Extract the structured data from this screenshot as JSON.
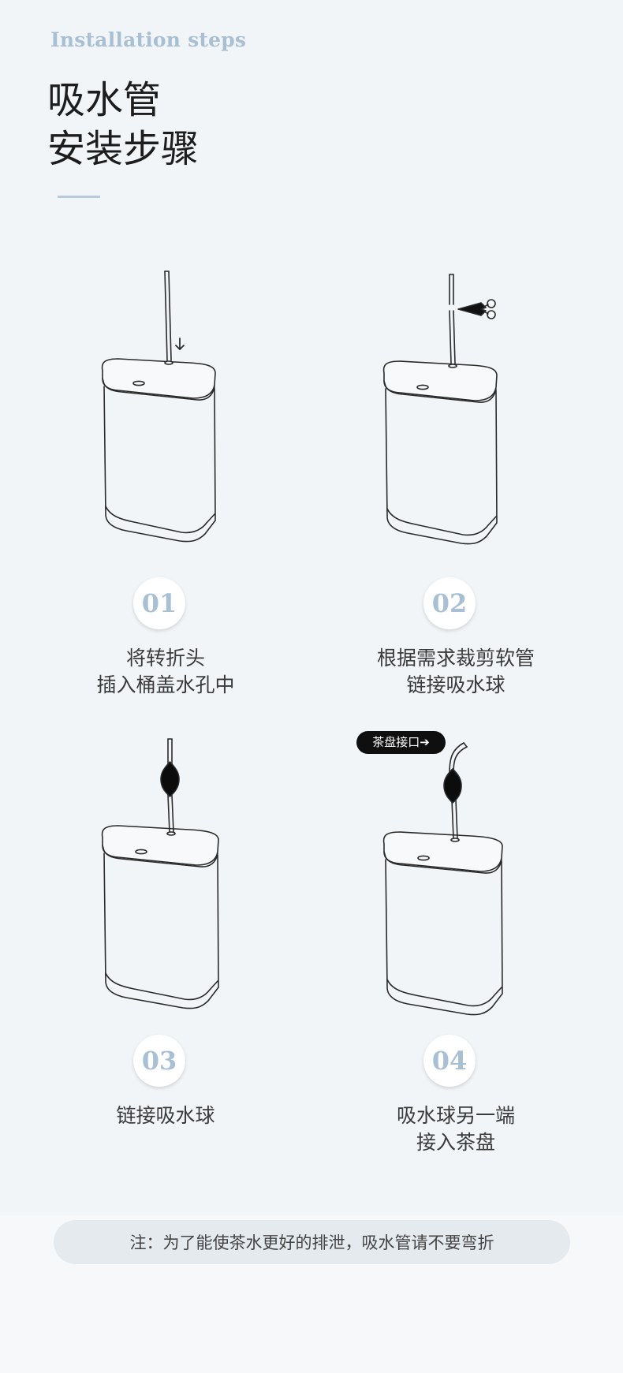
{
  "header": {
    "subtitle_en": "Installation steps",
    "title_line1": "吸水管",
    "title_line2": "安装步骤"
  },
  "steps": [
    {
      "number": "01",
      "line1": "将转折头",
      "line2": "插入桶盖水孔中",
      "icons": [
        "bucket-illustration",
        "down-arrow-icon",
        "tube"
      ]
    },
    {
      "number": "02",
      "line1": "根据需求裁剪软管",
      "line2": "链接吸水球",
      "icons": [
        "bucket-illustration",
        "scissors-icon",
        "tube"
      ]
    },
    {
      "number": "03",
      "line1": "链接吸水球",
      "line2": "",
      "icons": [
        "bucket-illustration",
        "suction-bulb",
        "tube"
      ]
    },
    {
      "number": "04",
      "line1": "吸水球另一端",
      "line2": "接入茶盘",
      "icons": [
        "bucket-illustration",
        "suction-bulb",
        "bent-tube"
      ],
      "tag": "茶盘接口➔"
    }
  ],
  "note": "注：为了能使茶水更好的排泄，吸水管请不要弯折",
  "colors": {
    "background": "#f2f5f8",
    "accent": "#a9c0d4",
    "title": "#1d1d1d",
    "note_bg": "#e5eaee"
  }
}
